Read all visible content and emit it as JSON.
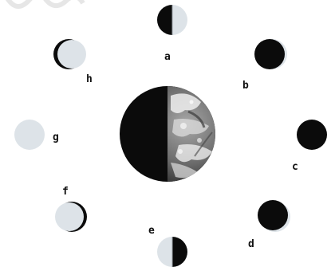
{
  "diagram": {
    "central_body": "earth",
    "colors": {
      "dark_side": "#0b0b0b",
      "lit_side": "#dde3e8",
      "earth_land": "#7a7a7a",
      "earth_cloud": "#f2f2f2",
      "label": "#111111",
      "faint_text": "#e8e8e8"
    },
    "moon_positions": [
      {
        "label": "a",
        "phase": "first-quarter-lit-right"
      },
      {
        "label": "b",
        "phase": "new-moon-sliver"
      },
      {
        "label": "c",
        "phase": "new-moon"
      },
      {
        "label": "d",
        "phase": "new-moon-sliver"
      },
      {
        "label": "e",
        "phase": "quarter-lit-left"
      },
      {
        "label": "f",
        "phase": "crescent-dark-right"
      },
      {
        "label": "g",
        "phase": "full-moon"
      },
      {
        "label": "h",
        "phase": "crescent-dark-left"
      }
    ]
  }
}
